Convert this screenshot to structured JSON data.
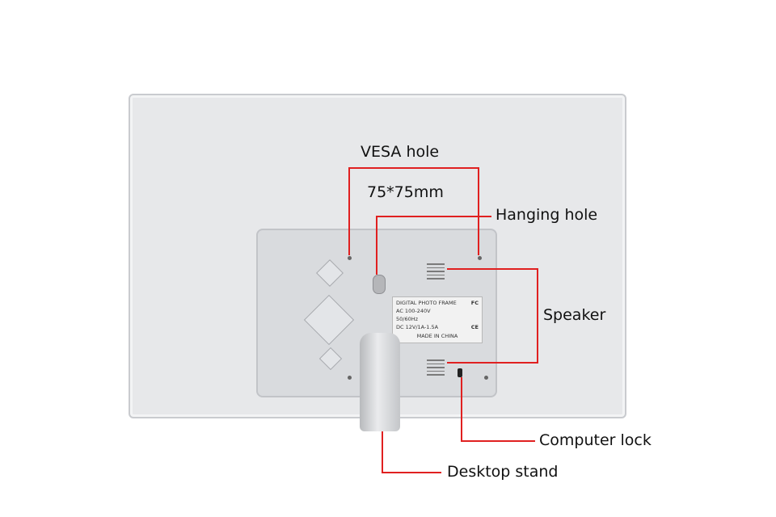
{
  "annotations": {
    "vesa_hole": "VESA hole",
    "vesa_size": "75*75mm",
    "hanging_hole": "Hanging hole",
    "speaker": "Speaker",
    "computer_lock": "Computer lock",
    "desktop_stand": "Desktop stand"
  },
  "rating_label": {
    "line1": "DIGITAL PHOTO FRAME",
    "line2": "AC 100-240V",
    "line3": "50/60Hz",
    "line4": "DC 12V/1A-1.5A",
    "line5": "MADE IN CHINA",
    "mark_fc": "FC",
    "mark_ce": "CE"
  },
  "colors": {
    "leader_line": "#e02020",
    "frame": "#e7e8ea",
    "panel": "#d9dbde"
  }
}
